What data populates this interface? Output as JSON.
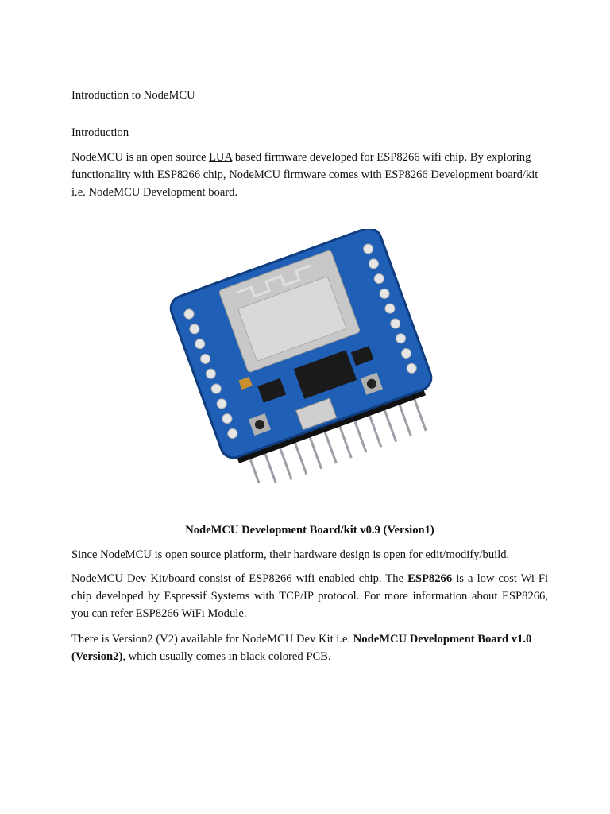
{
  "doc": {
    "heading": "Introduction to NodeMCU",
    "subheading": "Introduction",
    "para1": {
      "t1": "NodeMCU is an open source ",
      "link_lua": "LUA",
      "t2": " based firmware developed for ESP8266 wifi chip. By exploring functionality with ESP8266 chip, NodeMCU firmware comes with ESP8266 Development board/kit i.e. NodeMCU Development board."
    },
    "caption": "NodeMCU Development Board/kit v0.9 (Version1)",
    "para2": "Since NodeMCU is open source platform, their hardware design is open for edit/modify/build.",
    "para3": {
      "t1": "NodeMCU Dev Kit/board consist of ESP8266 wifi enabled chip. The ",
      "bold1": "ESP8266",
      "t2": " is a low-cost ",
      "link_wifi": "Wi-Fi",
      "t3": " chip developed by Espressif Systems with TCP/IP protocol. For more information about ESP8266, you can refer ",
      "link_module": "ESP8266 WiFi Module",
      "t4": "."
    },
    "para4": {
      "t1": "There is Version2 (V2) available for NodeMCU Dev Kit i.e. ",
      "bold1": "NodeMCU Development Board v1.0 (Version2)",
      "t2": ", which usually comes in black colored PCB."
    }
  },
  "image": {
    "icon": "nodemcu-board-photo",
    "board_color": "#1f5fb5",
    "module_color": "#c8c8c8",
    "chip_color": "#1a1a1a"
  }
}
